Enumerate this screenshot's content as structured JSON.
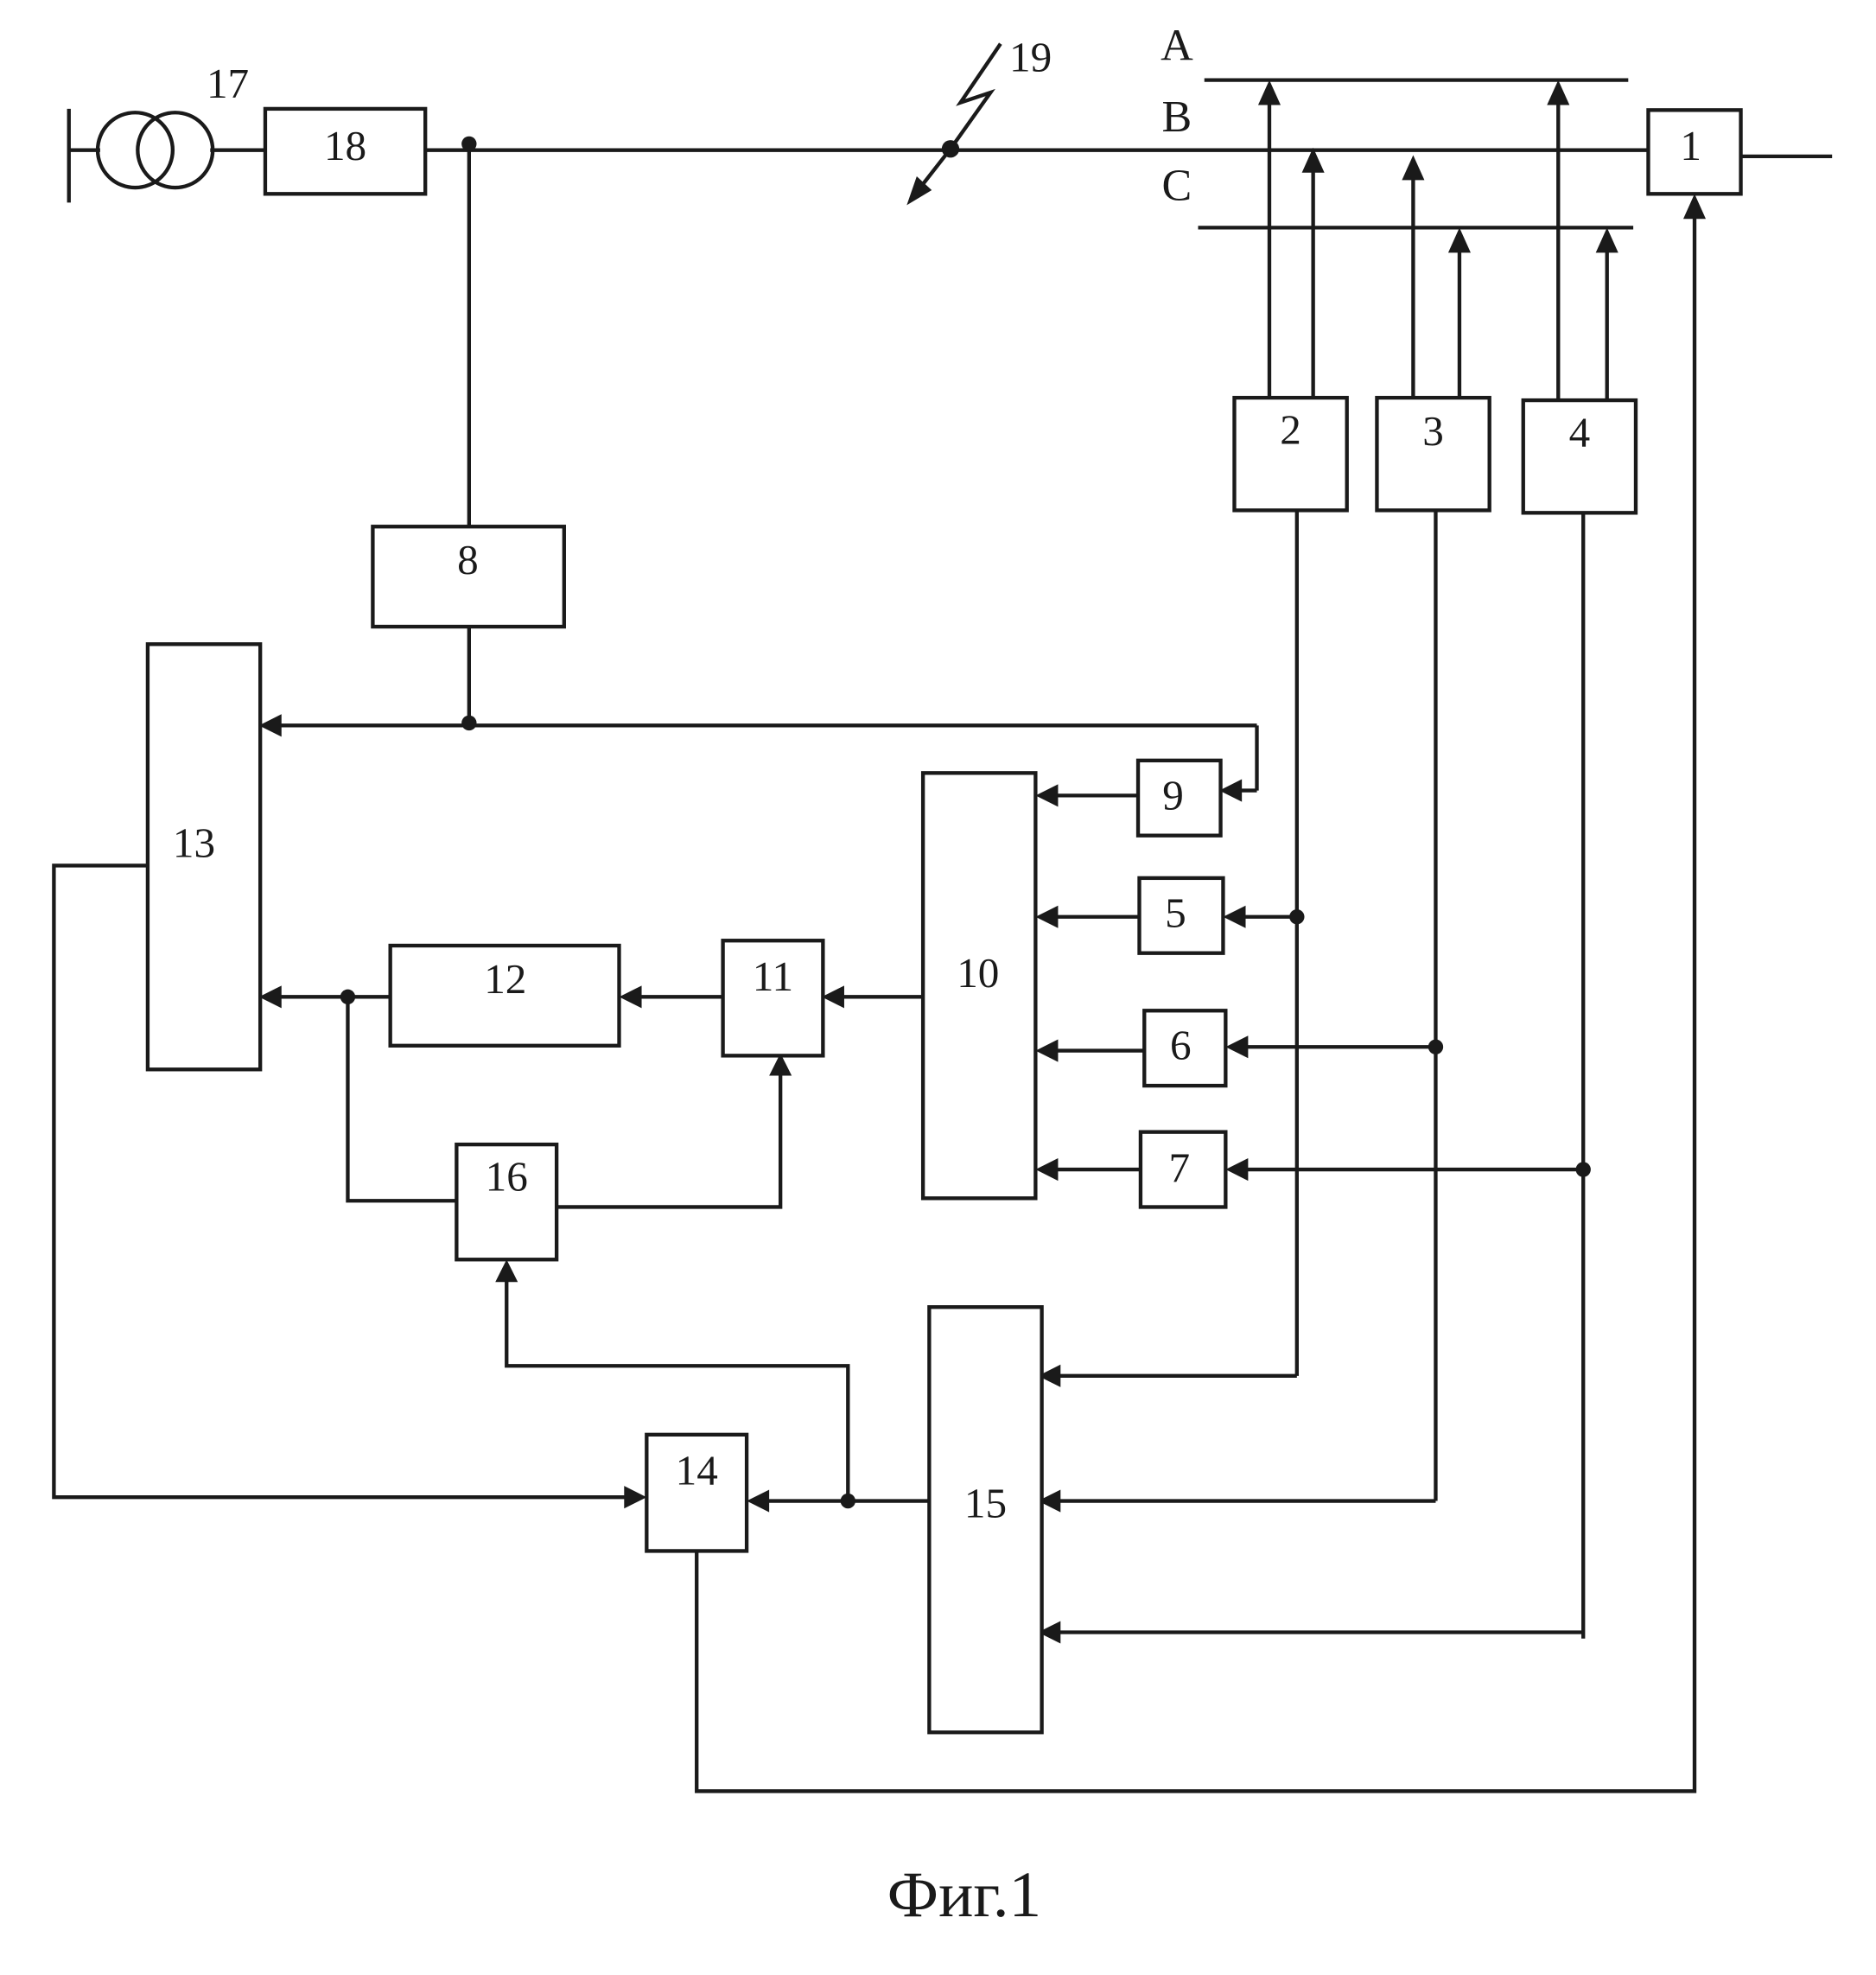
{
  "figure": {
    "caption": "Фиг.1"
  },
  "labels": {
    "transformer": "17",
    "fault": "19"
  },
  "phases": [
    "A",
    "B",
    "C"
  ],
  "blocks": [
    {
      "id": "b1",
      "label": "1"
    },
    {
      "id": "b2",
      "label": "2"
    },
    {
      "id": "b3",
      "label": "3"
    },
    {
      "id": "b4",
      "label": "4"
    },
    {
      "id": "b5",
      "label": "5"
    },
    {
      "id": "b6",
      "label": "6"
    },
    {
      "id": "b7",
      "label": "7"
    },
    {
      "id": "b8",
      "label": "8"
    },
    {
      "id": "b9",
      "label": "9"
    },
    {
      "id": "b10",
      "label": "10"
    },
    {
      "id": "b11",
      "label": "11"
    },
    {
      "id": "b12",
      "label": "12"
    },
    {
      "id": "b13",
      "label": "13"
    },
    {
      "id": "b14",
      "label": "14"
    },
    {
      "id": "b15",
      "label": "15"
    },
    {
      "id": "b16",
      "label": "16"
    },
    {
      "id": "b18",
      "label": "18"
    }
  ],
  "colors": {
    "ink": "#1a1a1a",
    "paper": "#ffffff"
  }
}
